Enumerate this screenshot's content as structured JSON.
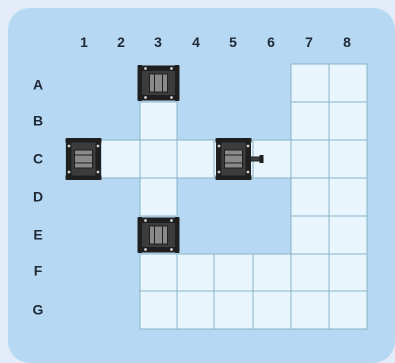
{
  "column_labels": [
    "1",
    "2",
    "3",
    "4",
    "5",
    "6",
    "7",
    "8"
  ],
  "row_labels": [
    "A",
    "B",
    "C",
    "D",
    "E",
    "F",
    "G"
  ],
  "cells": [
    "A7",
    "A8",
    "B3",
    "B7",
    "B8",
    "C1",
    "C2",
    "C3",
    "C4",
    "C5",
    "C6",
    "C7",
    "C8",
    "D3",
    "D7",
    "D8",
    "E7",
    "E8",
    "F3",
    "F4",
    "F5",
    "F6",
    "F7",
    "F8",
    "G3",
    "G4",
    "G5",
    "G6",
    "G7",
    "G8"
  ],
  "vehicles": [
    {
      "name": "vehicle-a3",
      "cell": "A3",
      "facing": "up",
      "turret": false
    },
    {
      "name": "vehicle-c1",
      "cell": "C1",
      "facing": "left",
      "turret": false
    },
    {
      "name": "vehicle-c5",
      "cell": "C5",
      "facing": "right",
      "turret": true
    },
    {
      "name": "vehicle-e3",
      "cell": "E3",
      "facing": "up",
      "turret": false
    }
  ],
  "colors": {
    "background": "#e3ecf8",
    "panel": "#b6d8f2",
    "cell": "#e8f5fc",
    "grid_line": "#8ab2c8",
    "label": "#1f2a36",
    "vehicle_body": "#3c3c3c",
    "vehicle_dark": "#1f1f1f",
    "vehicle_light": "#8a8a8a"
  }
}
